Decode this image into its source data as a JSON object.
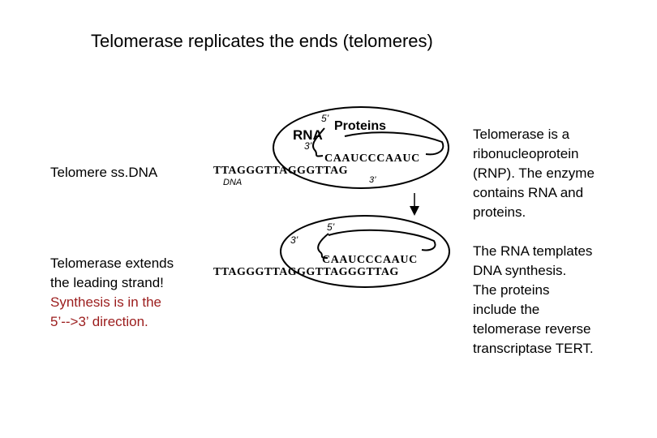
{
  "title": "Telomerase replicates the ends (telomeres)",
  "left_labels": {
    "telomere": "Telomere ss.DNA",
    "extends_line1": "Telomerase extends",
    "extends_line2": "the leading strand!",
    "direction_line1": "Synthesis is in the",
    "direction_line2": "5’-->3’ direction."
  },
  "right_text": {
    "rnp": [
      "Telomerase is a",
      "ribonucleoprotein",
      "(RNP).  The enzyme",
      "contains RNA and",
      "proteins."
    ],
    "template": [
      "The RNA templates",
      "DNA synthesis.",
      "The proteins",
      "include the",
      "telomerase reverse",
      "transcriptase TERT."
    ]
  },
  "diagram": {
    "top": {
      "label_rna": "RNA",
      "label_proteins": "Proteins",
      "label_5prime": "5’",
      "label_3prime_rna": "3’",
      "rna_seq": "CAAUCCCAAUC",
      "dna_seq": "TTAGGGTTAGGGTTAG",
      "label_dna": "DNA",
      "label_3prime_dna": "3’"
    },
    "bottom": {
      "label_5prime": "5’",
      "label_3prime_rna": "3’",
      "rna_seq": "CAAUCCCAAUC",
      "dna_seq": "TTAGGGTTAGGGTTAGGGTTAG"
    }
  },
  "colors": {
    "accent_red": "#9b1c1c"
  }
}
